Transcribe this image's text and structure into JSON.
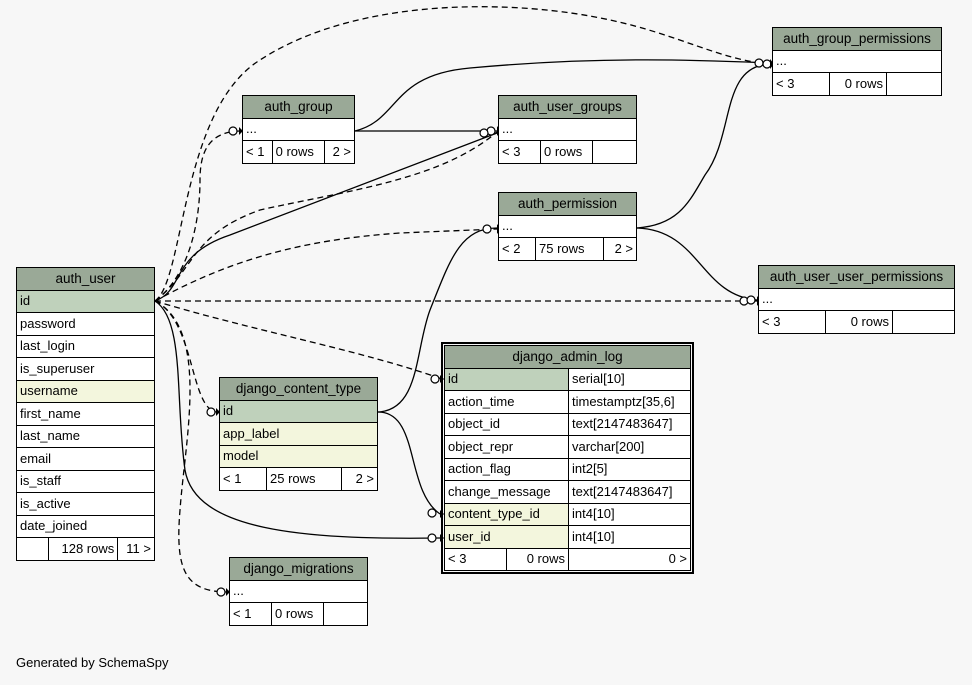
{
  "footer": "Generated by SchemaSpy",
  "tables": {
    "auth_user": {
      "name": "auth_user",
      "columns": [
        "id",
        "password",
        "last_login",
        "is_superuser",
        "username",
        "first_name",
        "last_name",
        "email",
        "is_staff",
        "is_active",
        "date_joined"
      ],
      "stats": [
        "",
        "128 rows",
        "11 >"
      ]
    },
    "auth_group": {
      "name": "auth_group",
      "columns": [
        "..."
      ],
      "stats": [
        "< 1",
        "0 rows",
        "2 >"
      ]
    },
    "auth_user_groups": {
      "name": "auth_user_groups",
      "columns": [
        "..."
      ],
      "stats": [
        "< 3",
        "0 rows",
        ""
      ]
    },
    "auth_permission": {
      "name": "auth_permission",
      "columns": [
        "..."
      ],
      "stats": [
        "< 2",
        "75 rows",
        "2 >"
      ]
    },
    "auth_group_permissions": {
      "name": "auth_group_permissions",
      "columns": [
        "..."
      ],
      "stats": [
        "< 3",
        "0 rows",
        ""
      ]
    },
    "auth_user_user_permissions": {
      "name": "auth_user_user_permissions",
      "columns": [
        "..."
      ],
      "stats": [
        "< 3",
        "0 rows",
        ""
      ]
    },
    "django_content_type": {
      "name": "django_content_type",
      "columns": [
        "id",
        "app_label",
        "model"
      ],
      "stats": [
        "< 1",
        "25 rows",
        "2 >"
      ]
    },
    "django_migrations": {
      "name": "django_migrations",
      "columns": [
        "..."
      ],
      "stats": [
        "< 1",
        "0 rows",
        ""
      ]
    },
    "django_admin_log": {
      "name": "django_admin_log",
      "columns": [
        {
          "name": "id",
          "type": "serial[10]"
        },
        {
          "name": "action_time",
          "type": "timestamptz[35,6]"
        },
        {
          "name": "object_id",
          "type": "text[2147483647]"
        },
        {
          "name": "object_repr",
          "type": "varchar[200]"
        },
        {
          "name": "action_flag",
          "type": "int2[5]"
        },
        {
          "name": "change_message",
          "type": "text[2147483647]"
        },
        {
          "name": "content_type_id",
          "type": "int4[10]"
        },
        {
          "name": "user_id",
          "type": "int4[10]"
        }
      ],
      "stats": [
        "< 3",
        "0 rows",
        "0 >"
      ]
    }
  }
}
